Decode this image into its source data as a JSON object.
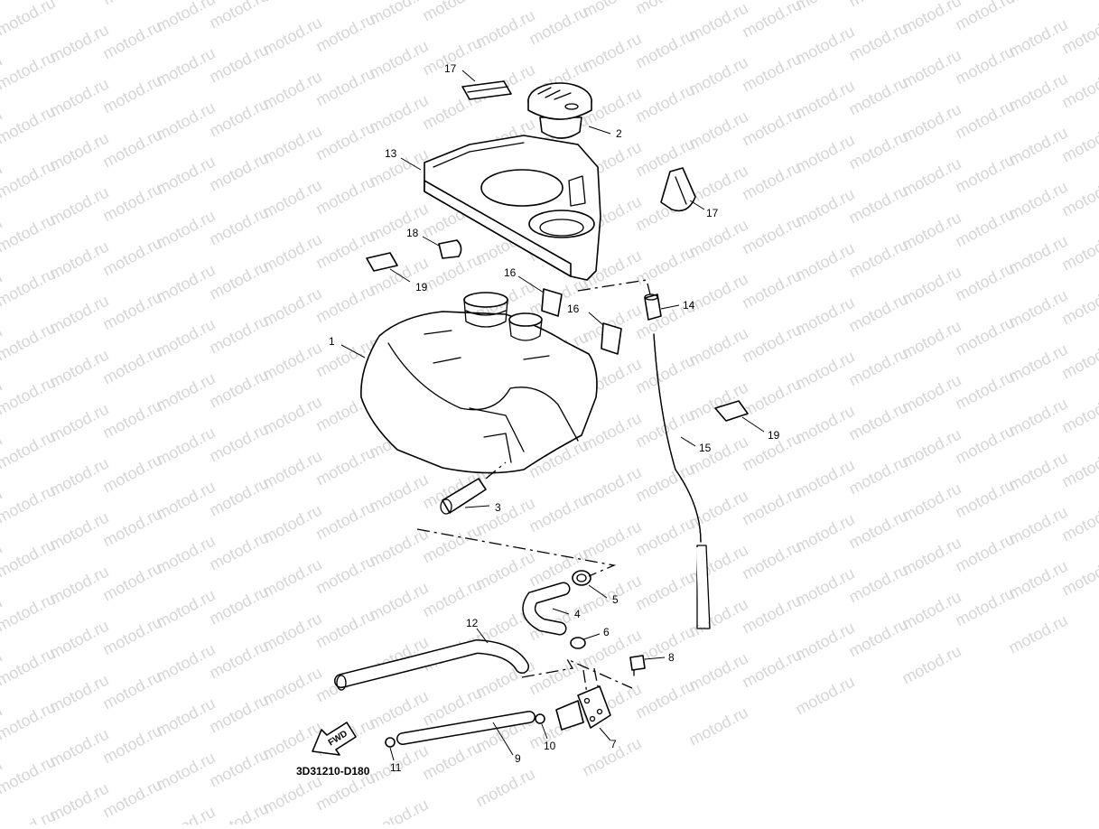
{
  "diagram": {
    "watermark_text": "motod.ru",
    "drawing_code": "3D31210-D180",
    "fwd_label": "FWD",
    "callouts": [
      "1",
      "2",
      "3",
      "4",
      "5",
      "6",
      "7",
      "8",
      "9",
      "10",
      "11",
      "12",
      "13",
      "14",
      "15",
      "16",
      "17",
      "18",
      "19"
    ],
    "parts_icons": {
      "fuel_tank": "fuel-tank-icon",
      "tank_cap": "tank-cap-icon",
      "tank_cover": "tank-cover-icon",
      "fuel_pump": "fuel-pump-icon",
      "fwd_arrow": "arrow-fwd-icon"
    }
  }
}
